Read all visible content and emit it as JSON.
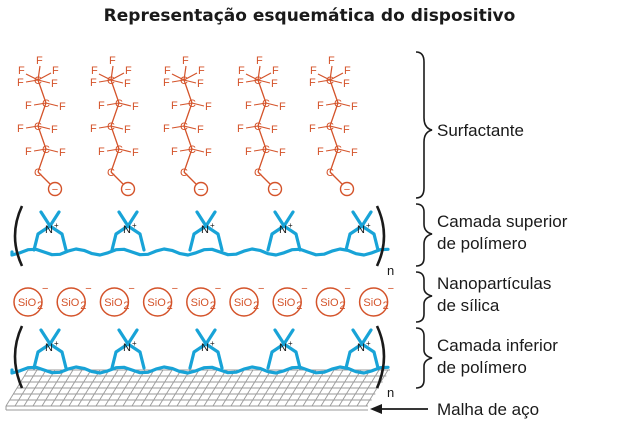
{
  "title": "Representação esquemática do dispositivo",
  "labels": {
    "surfactant": "Surfactante",
    "upper_polymer_1": "Camada superior",
    "upper_polymer_2": "de polímero",
    "nanoparticles_1": "Nanopartículas",
    "nanoparticles_2": "de sílica",
    "lower_polymer_1": "Camada inferior",
    "lower_polymer_2": "de polímero",
    "steel_mesh": "Malha de aço"
  },
  "chemistry": {
    "fluorine": "F",
    "carbon": "C",
    "minus": "−",
    "nitrogen": "N",
    "plus": "+",
    "silica": "SiO",
    "silica_subscript": "2",
    "charge": "−",
    "repeat": "n"
  },
  "colors": {
    "surfactant": "#d4532a",
    "polymer": "#18a3d7",
    "mesh": "#9a9a9a",
    "text": "#1a1a1a"
  }
}
